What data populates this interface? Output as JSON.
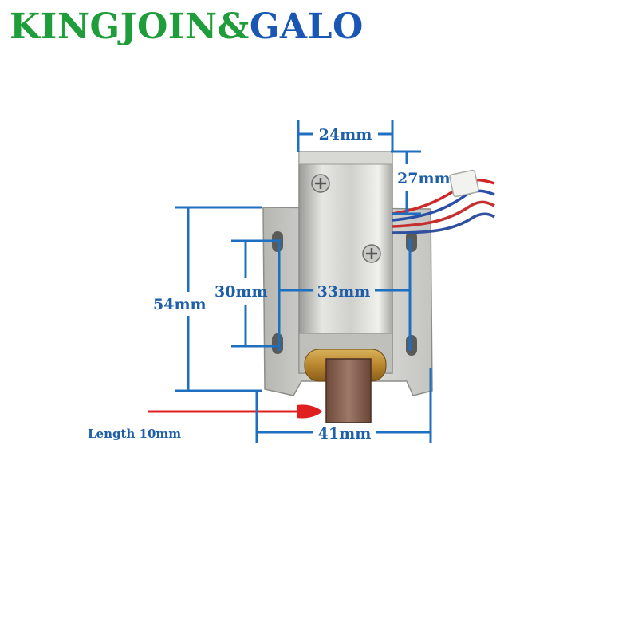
{
  "brand": {
    "part1": "KINGJOIN",
    "amp": "&",
    "part2": "GALO",
    "color_primary": "#1f9d3a",
    "color_secondary": "#1a56b4"
  },
  "dimensions": {
    "width_top": "24mm",
    "height_side": "27mm",
    "total_height": "54mm",
    "hole_spacing": "30mm",
    "hole_width": "33mm",
    "total_width": "41mm"
  },
  "note": {
    "bolt_length": "Length 10mm"
  },
  "colors": {
    "dimension_line": "#1f6fc0",
    "arrow_red": "#e02020"
  }
}
